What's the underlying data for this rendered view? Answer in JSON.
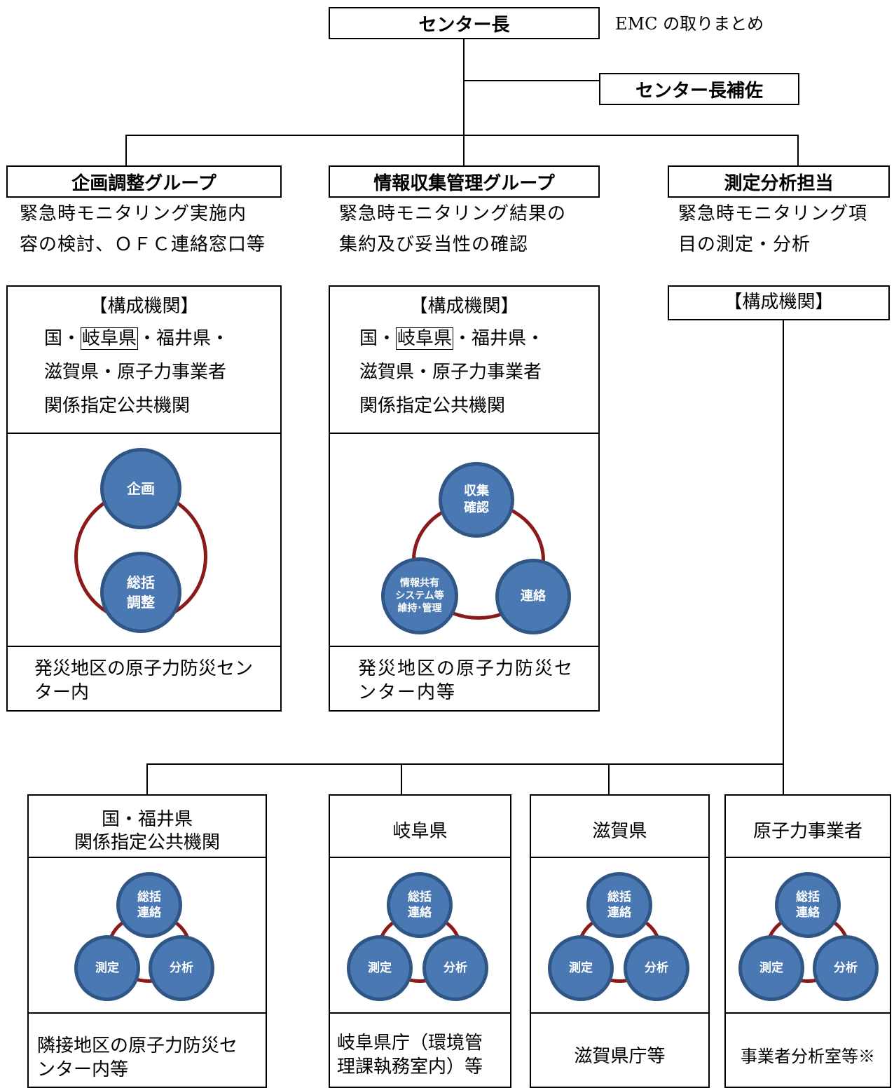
{
  "top": {
    "director": "センター長",
    "director_note": "EMC の取りまとめ",
    "deputy": "センター長補佐"
  },
  "groups": [
    {
      "title": "企画調整グループ",
      "desc_lines": [
        "緊急時モニタリング実施内",
        "容の検討、ＯＦＣ連絡窓口等"
      ],
      "members_heading": "【構成機関】",
      "members_line1_pre": "国・",
      "members_line1_boxed": "岐阜県",
      "members_line1_post": "・福井県・",
      "members_line2": "滋賀県・原子力事業者",
      "members_line3": "関係指定公共機関",
      "functions": [
        "企画",
        "総括\n調整"
      ],
      "location": "発災地区の原子力防災セン\nター内"
    },
    {
      "title": "情報収集管理グループ",
      "desc_lines": [
        "緊急時モニタリング結果の",
        "集約及び妥当性の確認"
      ],
      "members_heading": "【構成機関】",
      "members_line1_pre": "国・",
      "members_line1_boxed": "岐阜県",
      "members_line1_post": "・福井県・",
      "members_line2": "滋賀県・原子力事業者",
      "members_line3": "関係指定公共機関",
      "functions": [
        "収集\n確認",
        "情報共有\nシステム等\n維持･管理",
        "連絡"
      ],
      "location": "発災地区の原子力防災セ\nンター内等"
    },
    {
      "title": "測定分析担当",
      "desc_lines": [
        "緊急時モニタリング項",
        "目の測定・分析"
      ],
      "members_heading": "【構成機関】"
    }
  ],
  "units": [
    {
      "name": "国・福井県\n関係指定公共機関",
      "functions": [
        "総括\n連絡",
        "測定",
        "分析"
      ],
      "location": "隣接地区の原子力防災セ\nンター内等"
    },
    {
      "name": "岐阜県",
      "functions": [
        "総括\n連絡",
        "測定",
        "分析"
      ],
      "location": "岐阜県庁（環境管\n理課執務室内）等"
    },
    {
      "name": "滋賀県",
      "functions": [
        "総括\n連絡",
        "測定",
        "分析"
      ],
      "location": "滋賀県庁等"
    },
    {
      "name": "原子力事業者",
      "functions": [
        "総括\n連絡",
        "測定",
        "分析"
      ],
      "location": "事業者分析室等※"
    }
  ],
  "colors": {
    "circle_fill": "#4a78b3",
    "circle_border": "#2f5684",
    "ring": "#8b1a1a"
  }
}
